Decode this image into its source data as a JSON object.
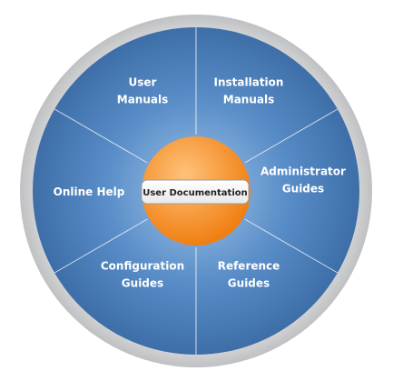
{
  "center": {
    "label": "User Documentation"
  },
  "segments": [
    {
      "id": "user-manuals",
      "lines": [
        "User",
        "Manuals"
      ]
    },
    {
      "id": "installation-manuals",
      "lines": [
        "Installation",
        "Manuals"
      ]
    },
    {
      "id": "administrator-guides",
      "lines": [
        "Administrator",
        "Guides"
      ]
    },
    {
      "id": "reference-guides",
      "lines": [
        "Reference",
        "Guides"
      ]
    },
    {
      "id": "configuration-guides",
      "lines": [
        "Configuration",
        "Guides"
      ]
    },
    {
      "id": "online-help",
      "lines": [
        "Online Help"
      ]
    }
  ],
  "colors": {
    "outer_ring": "#c8c9cb",
    "wheel_light": "#9fc3e8",
    "wheel_mid": "#5a8ec8",
    "wheel_dark": "#3d6ea8",
    "divider": "#ffffff",
    "hub_light": "#ffc27a",
    "hub_dark": "#f07f12",
    "label_box": "#ffffff"
  }
}
